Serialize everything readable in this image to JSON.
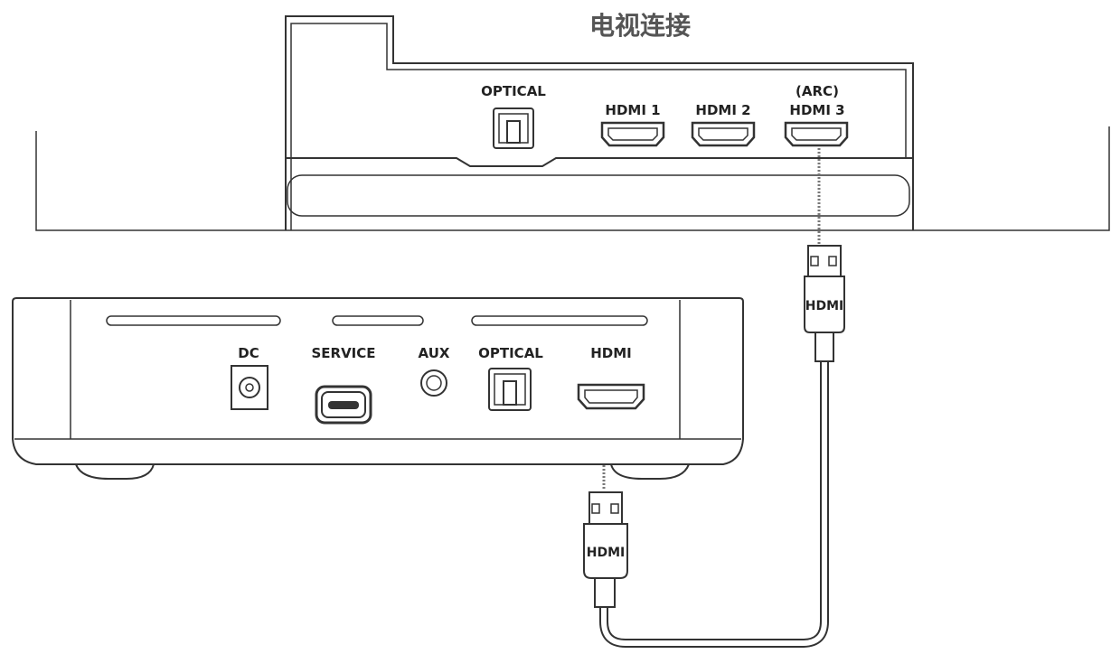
{
  "title": "电视连接",
  "tv": {
    "ports": {
      "optical": "OPTICAL",
      "hdmi1": "HDMI 1",
      "hdmi2": "HDMI 2",
      "arc": "(ARC)",
      "hdmi3": "HDMI 3"
    }
  },
  "device": {
    "ports": {
      "dc": "DC",
      "service": "SERVICE",
      "aux": "AUX",
      "optical": "OPTICAL",
      "hdmi": "HDMI"
    }
  },
  "cable": {
    "plug_label_top": "HDMI",
    "plug_label_bottom": "HDMI"
  }
}
